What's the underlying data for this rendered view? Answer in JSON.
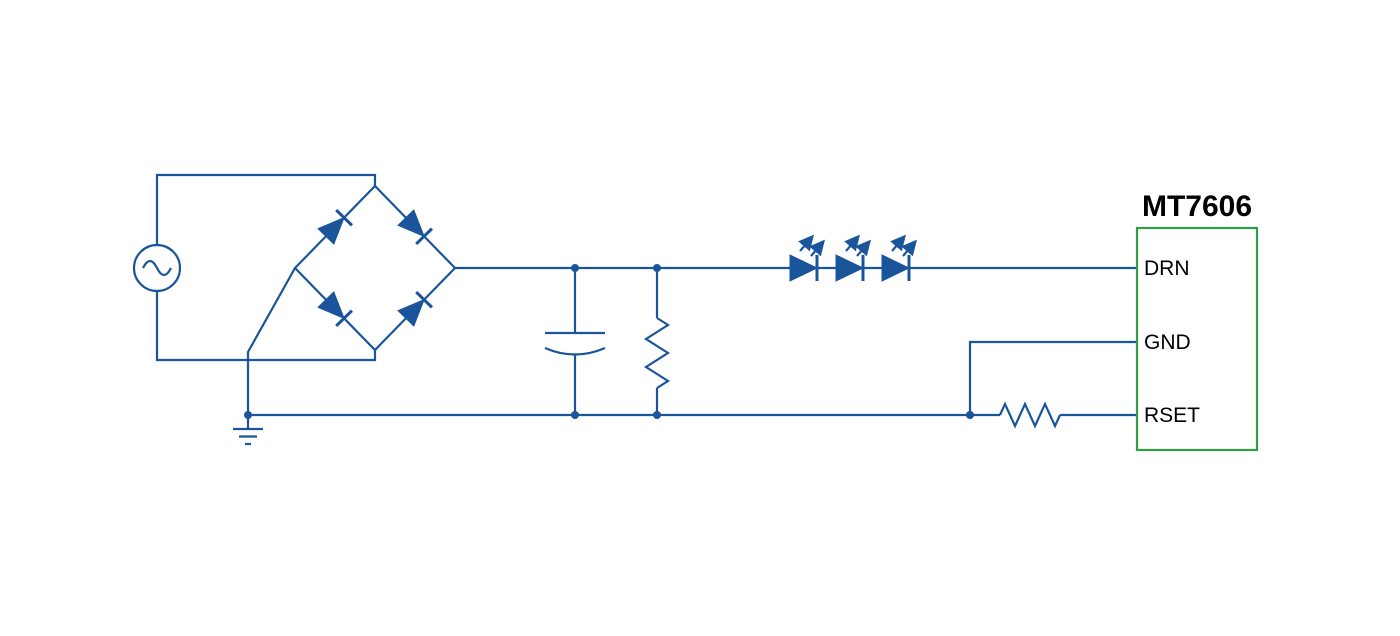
{
  "diagram": {
    "ic": {
      "label": "MT7606",
      "pins": [
        {
          "name": "DRN"
        },
        {
          "name": "GND"
        },
        {
          "name": "RSET"
        }
      ]
    },
    "components": [
      {
        "name": "ac-voltage-source"
      },
      {
        "name": "bridge-rectifier"
      },
      {
        "name": "filter-capacitor"
      },
      {
        "name": "parallel-resistor"
      },
      {
        "name": "led-string",
        "led_count": 3
      },
      {
        "name": "rset-resistor"
      },
      {
        "name": "earth-ground"
      }
    ]
  },
  "colors": {
    "wire": "#1a559b",
    "ic_border": "#2f9e44",
    "text": "#000000",
    "background": "#ffffff"
  }
}
